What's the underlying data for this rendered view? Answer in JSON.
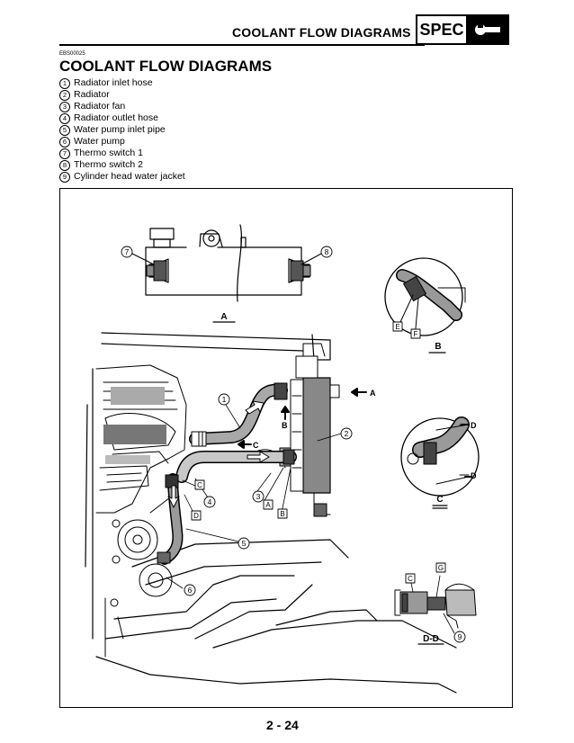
{
  "header": {
    "title": "COOLANT FLOW DIAGRAMS",
    "spec_label": "SPEC",
    "spec_icon": "wrench-icon"
  },
  "doc_code": "EBS00025",
  "section_title": "COOLANT FLOW DIAGRAMS",
  "legend": [
    {
      "num": "1",
      "label": "Radiator inlet hose"
    },
    {
      "num": "2",
      "label": "Radiator"
    },
    {
      "num": "3",
      "label": "Radiator fan"
    },
    {
      "num": "4",
      "label": "Radiator outlet hose"
    },
    {
      "num": "5",
      "label": "Water pump inlet pipe"
    },
    {
      "num": "6",
      "label": "Water pump"
    },
    {
      "num": "7",
      "label": "Thermo switch 1"
    },
    {
      "num": "8",
      "label": "Thermo switch 2"
    },
    {
      "num": "9",
      "label": "Cylinder head water jacket"
    }
  ],
  "figure": {
    "view_labels": {
      "a": "A",
      "b": "B",
      "c": "C",
      "dd": "D-D"
    },
    "callouts": {
      "c1": "1",
      "c2": "2",
      "c3": "3",
      "c4": "4",
      "c5": "5",
      "c6": "6",
      "c7": "7",
      "c8": "8",
      "c9": "9"
    },
    "box_labels": {
      "a": "A",
      "b": "B",
      "c": "C",
      "d": "D",
      "e": "E",
      "f": "F",
      "g": "G",
      "c2": "C"
    },
    "arrow_labels": {
      "a": "A",
      "b": "B",
      "c": "C",
      "d_top": "D",
      "d_bottom": "D"
    }
  },
  "page_number": "2 - 24"
}
